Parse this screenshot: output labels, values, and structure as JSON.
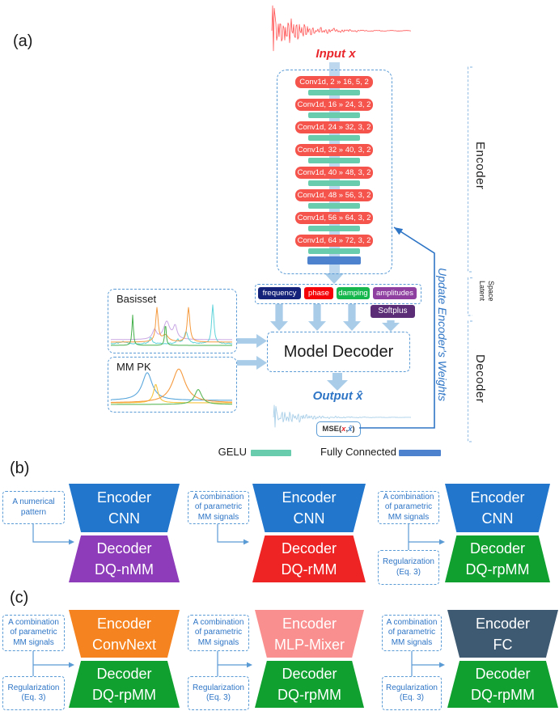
{
  "colors": {
    "dashed_border": "#5b9bd5",
    "thick_arrow": "#a9cde9",
    "spine": "#bdd7ee",
    "conv_block": "#f4544c",
    "gelu": "#68ccad",
    "fully_connected": "#4d82cf",
    "input_text": "#e8262c",
    "output_text": "#2e75c6",
    "feedback": "#2e75c6"
  },
  "panel_a": {
    "label": "(a)",
    "input_label": "Input x",
    "input_signal_color": "#ff5252",
    "encoder_layers": [
      "Conv1d, 2 » 16, 5, 2",
      "Conv1d, 16 » 24, 3, 2",
      "Conv1d, 24 » 32, 3, 2",
      "Conv1d, 32 » 40, 3, 2",
      "Conv1d, 40 » 48, 3, 2",
      "Conv1d, 48 » 56, 3, 2",
      "Conv1d, 56 » 64, 3, 2",
      "Conv1d, 64 » 72, 3, 2"
    ],
    "latent_chips": [
      {
        "label": "frequency",
        "color": "#15227a"
      },
      {
        "label": "phase",
        "color": "#f50108"
      },
      {
        "label": "damping",
        "color": "#16b84d"
      },
      {
        "label": "amplitudes",
        "color": "#8e3fa0"
      }
    ],
    "softplus": {
      "label": "Softplus",
      "color": "#5b2d77"
    },
    "basisset": {
      "label": "Basisset",
      "trace_colors": [
        "#c9a7e4",
        "#5fd3da",
        "#f59a3e",
        "#46b04c"
      ]
    },
    "mm_pk": {
      "label": "MM PK",
      "trace_colors": [
        "#5aa7dc",
        "#f6c43e",
        "#f59a3e",
        "#5cb85a"
      ]
    },
    "model_decoder_label": "Model Decoder",
    "output_label": "Output x̂",
    "output_signal_color": "#a9cfe8",
    "mse": {
      "func": "MSE(",
      "x": "x",
      "sep": ", ",
      "xhat": "x̂",
      "close": ")"
    },
    "feedback_label": "Update Encoder's Weights",
    "side_labels": {
      "encoder": "Encoder",
      "latent": "Latent Space",
      "decoder": "Decoder"
    },
    "legend": [
      {
        "label": "GELU",
        "color": "#68ccad"
      },
      {
        "label": "Fully Connected",
        "color": "#4d82cf"
      }
    ]
  },
  "panel_b": {
    "label": "(b)",
    "units": [
      {
        "inputs": [
          "A numerical pattern"
        ],
        "encoder": {
          "top": "Encoder",
          "bottom": "CNN",
          "color": "#2277cd"
        },
        "decoder": {
          "top": "Decoder",
          "bottom": "DQ-nMM",
          "color": "#8e3cba"
        }
      },
      {
        "inputs": [
          "A combination of parametric MM signals"
        ],
        "encoder": {
          "top": "Encoder",
          "bottom": "CNN",
          "color": "#2277cd"
        },
        "decoder": {
          "top": "Decoder",
          "bottom": "DQ-rMM",
          "color": "#ee2424"
        }
      },
      {
        "inputs": [
          "A combination of parametric MM signals",
          "Regularization (Eq. 3)"
        ],
        "encoder": {
          "top": "Encoder",
          "bottom": "CNN",
          "color": "#2277cd"
        },
        "decoder": {
          "top": "Decoder",
          "bottom": "DQ-rpMM",
          "color": "#10a02f"
        }
      }
    ]
  },
  "panel_c": {
    "label": "(c)",
    "units": [
      {
        "inputs": [
          "A combination of parametric MM signals",
          "Regularization (Eq. 3)"
        ],
        "encoder": {
          "top": "Encoder",
          "bottom": "ConvNext",
          "color": "#f5831f"
        },
        "decoder": {
          "top": "Decoder",
          "bottom": "DQ-rpMM",
          "color": "#10a02f"
        }
      },
      {
        "inputs": [
          "A combination of parametric MM signals",
          "Regularization (Eq. 3)"
        ],
        "encoder": {
          "top": "Encoder",
          "bottom": "MLP-Mixer",
          "color": "#f9908f"
        },
        "decoder": {
          "top": "Decoder",
          "bottom": "DQ-rpMM",
          "color": "#10a02f"
        }
      },
      {
        "inputs": [
          "A combination of parametric MM signals",
          "Regularization (Eq. 3)"
        ],
        "encoder": {
          "top": "Encoder",
          "bottom": "FC",
          "color": "#3e5a73"
        },
        "decoder": {
          "top": "Decoder",
          "bottom": "DQ-rpMM",
          "color": "#10a02f"
        }
      }
    ]
  }
}
